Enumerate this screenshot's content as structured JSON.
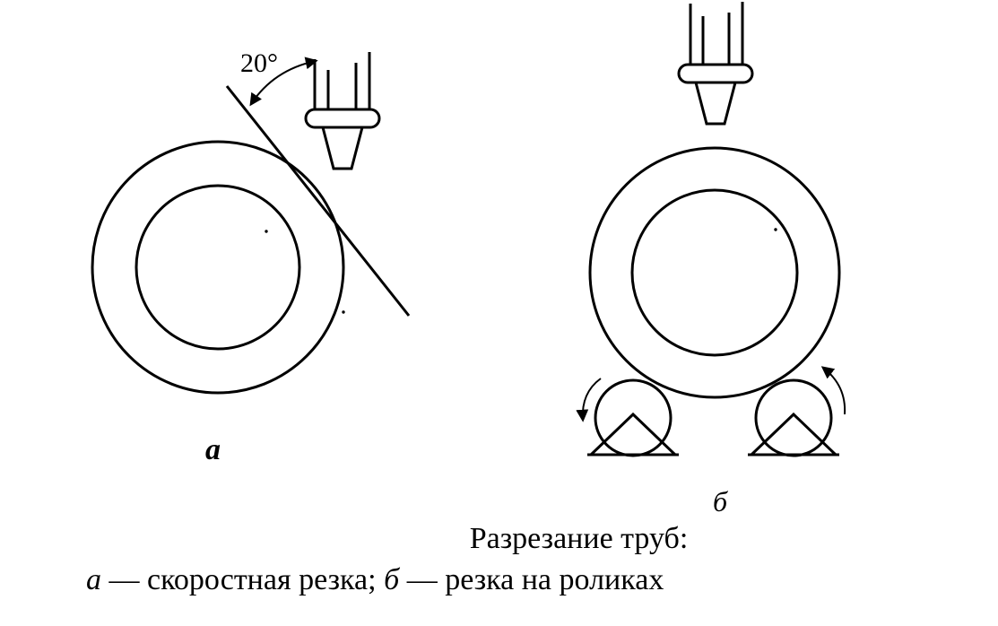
{
  "colors": {
    "ink": "#000000",
    "background": "#ffffff"
  },
  "diagram_a": {
    "label": "а",
    "angle_label": "20°"
  },
  "diagram_b": {
    "label": "б"
  },
  "caption": {
    "title": "Разрезание труб:",
    "line2_a": "а",
    "line2_a_text": " — скоростная резка; ",
    "line2_b": "б",
    "line2_b_text": " — резка на роликах"
  }
}
